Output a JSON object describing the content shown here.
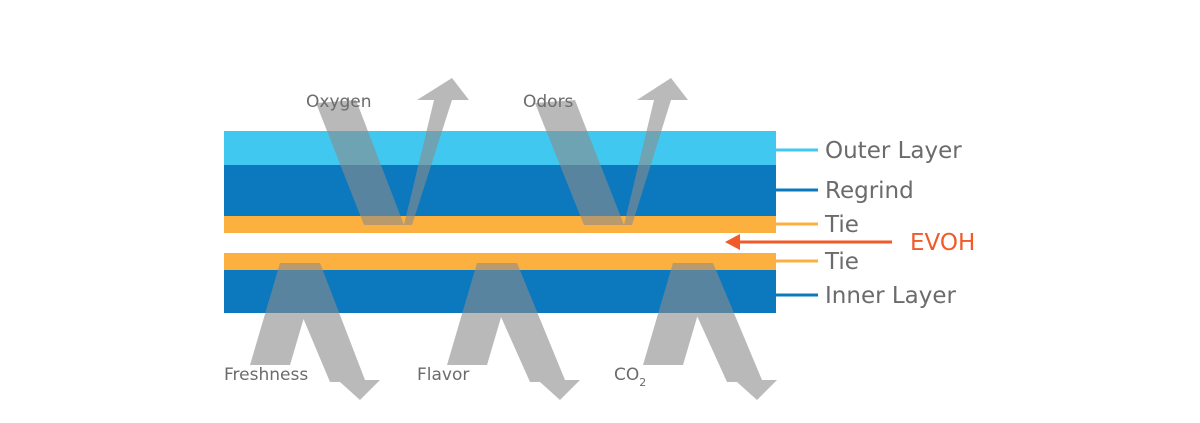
{
  "colors": {
    "outer_layer": "#41c8f0",
    "regrind": "#0c79bf",
    "tie": "#fbb040",
    "evoh_gap": "#ffffff",
    "inner_layer": "#0c79bf",
    "evoh_accent": "#f15a29",
    "arrow": "#8c8c8c",
    "text": "#6b6b6b"
  },
  "escape_labels": {
    "oxygen": "Oxygen",
    "odors": "Odors"
  },
  "retain_labels": {
    "freshness": "Freshness",
    "flavor": "Flavor",
    "co2_main": "CO",
    "co2_sub": "2"
  },
  "layer_labels": {
    "outer": "Outer Layer",
    "regrind": "Regrind",
    "tie_top": "Tie",
    "evoh": "EVOH",
    "tie_bottom": "Tie",
    "inner": "Inner Layer"
  },
  "icons": {
    "barrier_arrow": "bent-arrow-icon",
    "evoh_pointer": "left-arrow-icon"
  }
}
